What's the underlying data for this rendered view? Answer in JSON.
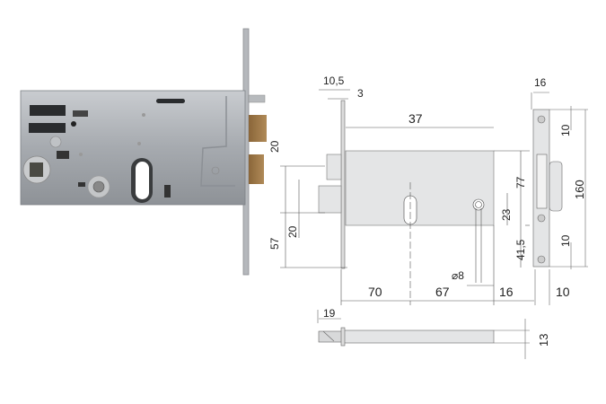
{
  "product": {
    "description": "Mortise lock product photo with technical dimension drawing"
  },
  "front_view": {
    "dimensions": {
      "top_width_1": "10,5",
      "top_width_2": "3",
      "body_depth": "37",
      "latch_spacing": "20",
      "bolt_height": "20",
      "backset_left": "57",
      "bottom_70": "70",
      "bottom_67": "67",
      "bottom_16": "16",
      "hole_diameter": "⌀8",
      "right_77": "77",
      "right_23": "23",
      "right_41_5": "41,5"
    }
  },
  "faceplate_view": {
    "dimensions": {
      "width": "16",
      "top_offset": "10",
      "height": "160",
      "bottom_offset": "10",
      "bottom_width": "10"
    }
  },
  "spindle_view": {
    "dimensions": {
      "tip_length": "19",
      "thickness": "13"
    }
  },
  "colors": {
    "lock_body": "#a9adb2",
    "latch_brass": "#a07b4c",
    "drawing_fill": "#e4e5e6",
    "line": "#333333"
  }
}
